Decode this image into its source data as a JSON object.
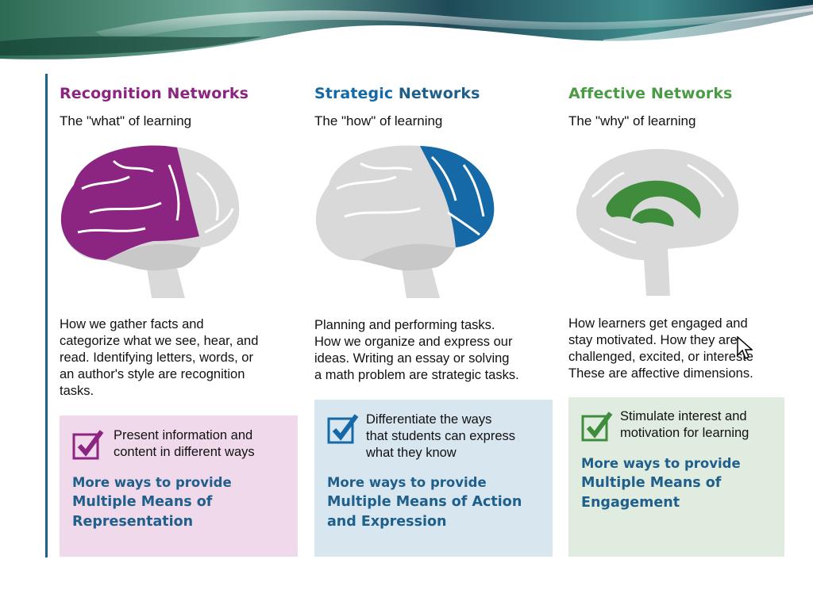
{
  "colors": {
    "recognition": "#8b2581",
    "strategic": "#1569a6",
    "affective": "#4b9a45",
    "blue_text": "#1f5f8b"
  },
  "columns": [
    {
      "title_a": "Recognition",
      "title_b": " Networks",
      "subtitle": "The \"what\" of learning",
      "description": "How we gather facts and\ncategorize what we see, hear, and\nread. Identifying letters, words, or\nan author's style are recognition\ntasks.",
      "box_text": "Present information and\ncontent in different ways",
      "more": "More ways to provide",
      "means": "Multiple Means of\nRepresentation"
    },
    {
      "title_a": "Strategic",
      "title_b": " Networks",
      "subtitle": "The \"how\" of learning",
      "description": "Planning and performing tasks.\nHow we organize and express our\nideas. Writing an essay or solving\na math problem are strategic tasks.",
      "box_text": "Differentiate the ways\nthat students can express\nwhat they know",
      "more": "More ways to provide",
      "means": "Multiple Means of Action\nand Expression"
    },
    {
      "title_a": "Affective",
      "title_b": " Networks",
      "subtitle": "The \"why\" of learning",
      "description": "How learners get engaged and\nstay motivated. How they are\nchallenged, excited, or intereste\nThese are affective dimensions.",
      "box_text": "Stimulate interest and\nmotivation for learning",
      "more": "More ways to provide",
      "means": "Multiple Means of\nEngagement"
    }
  ],
  "icons": [
    "brain-recognition-icon",
    "brain-strategic-icon",
    "brain-affective-icon",
    "checkbox-icon",
    "cursor-icon"
  ]
}
